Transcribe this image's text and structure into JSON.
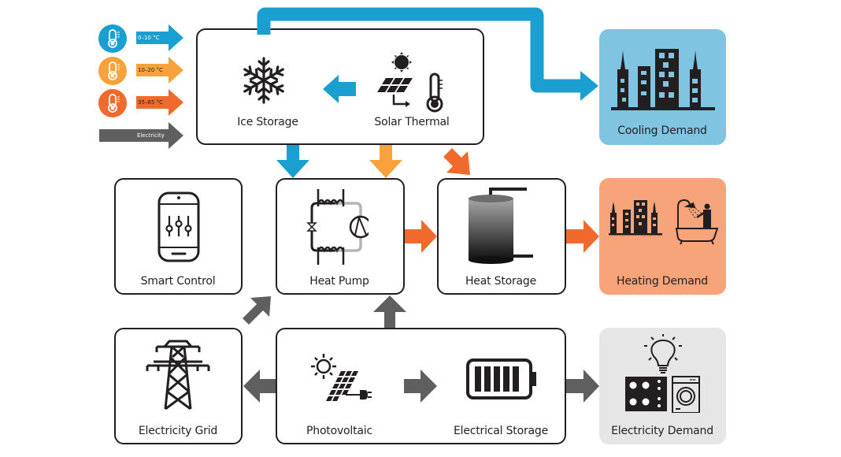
{
  "legend": {
    "items": [
      {
        "label": "0–10 °C",
        "color": "#1aa0d0",
        "icon": "thermometer-icon"
      },
      {
        "label": "10–20 °C",
        "color": "#f9a23b",
        "icon": "thermometer-icon"
      },
      {
        "label": "35–65 °C",
        "color": "#f06a2d",
        "icon": "thermometer-icon"
      },
      {
        "label": "Electricity",
        "color": "#5f5f5f",
        "icon": null
      }
    ]
  },
  "nodes": {
    "ice_storage": {
      "label": "Ice Storage",
      "icon": "snowflake-icon"
    },
    "solar_thermal": {
      "label": "Solar Thermal",
      "icon": "solar-thermal-icon"
    },
    "cooling_demand": {
      "label": "Cooling Demand",
      "icon": "city-buildings-icon",
      "color": "#7fc4e0"
    },
    "smart_control": {
      "label": "Smart Control",
      "icon": "smartphone-sliders-icon"
    },
    "heat_pump": {
      "label": "Heat Pump",
      "icon": "heat-pump-cycle-icon"
    },
    "heat_storage": {
      "label": "Heat Storage",
      "icon": "storage-tank-icon"
    },
    "heating_demand": {
      "label": "Heating Demand",
      "icon": "city-and-shower-icon",
      "color": "#f7a47a"
    },
    "electricity_grid": {
      "label": "Electricity Grid",
      "icon": "transmission-tower-icon"
    },
    "photovoltaic": {
      "label": "Photovoltaic",
      "icon": "pv-panel-icon"
    },
    "electrical_storage": {
      "label": "Electrical Storage",
      "icon": "battery-icon"
    },
    "electricity_demand": {
      "label": "Electricity Demand",
      "icon": "appliances-icon",
      "color": "#e6e6e6"
    }
  },
  "flows": [
    {
      "from": "solar_thermal",
      "to": "ice_storage",
      "type": "0–10 °C"
    },
    {
      "from": "ice_storage",
      "to": "cooling_demand",
      "type": "0–10 °C"
    },
    {
      "from": "ice_storage",
      "to": "heat_pump",
      "type": "0–10 °C"
    },
    {
      "from": "solar_thermal",
      "to": "heat_pump",
      "type": "10–20 °C"
    },
    {
      "from": "solar_thermal",
      "to": "heat_storage",
      "type": "35–65 °C"
    },
    {
      "from": "heat_pump",
      "to": "heat_storage",
      "type": "35–65 °C"
    },
    {
      "from": "heat_storage",
      "to": "heating_demand",
      "type": "35–65 °C"
    },
    {
      "from": "electricity_grid",
      "to": "heat_pump",
      "type": "Electricity"
    },
    {
      "from": "photovoltaic",
      "to": "heat_pump",
      "type": "Electricity"
    },
    {
      "from": "photovoltaic",
      "to": "electricity_grid",
      "type": "Electricity"
    },
    {
      "from": "photovoltaic",
      "to": "electrical_storage",
      "type": "Electricity"
    },
    {
      "from": "electrical_storage",
      "to": "electricity_demand",
      "type": "Electricity"
    }
  ]
}
